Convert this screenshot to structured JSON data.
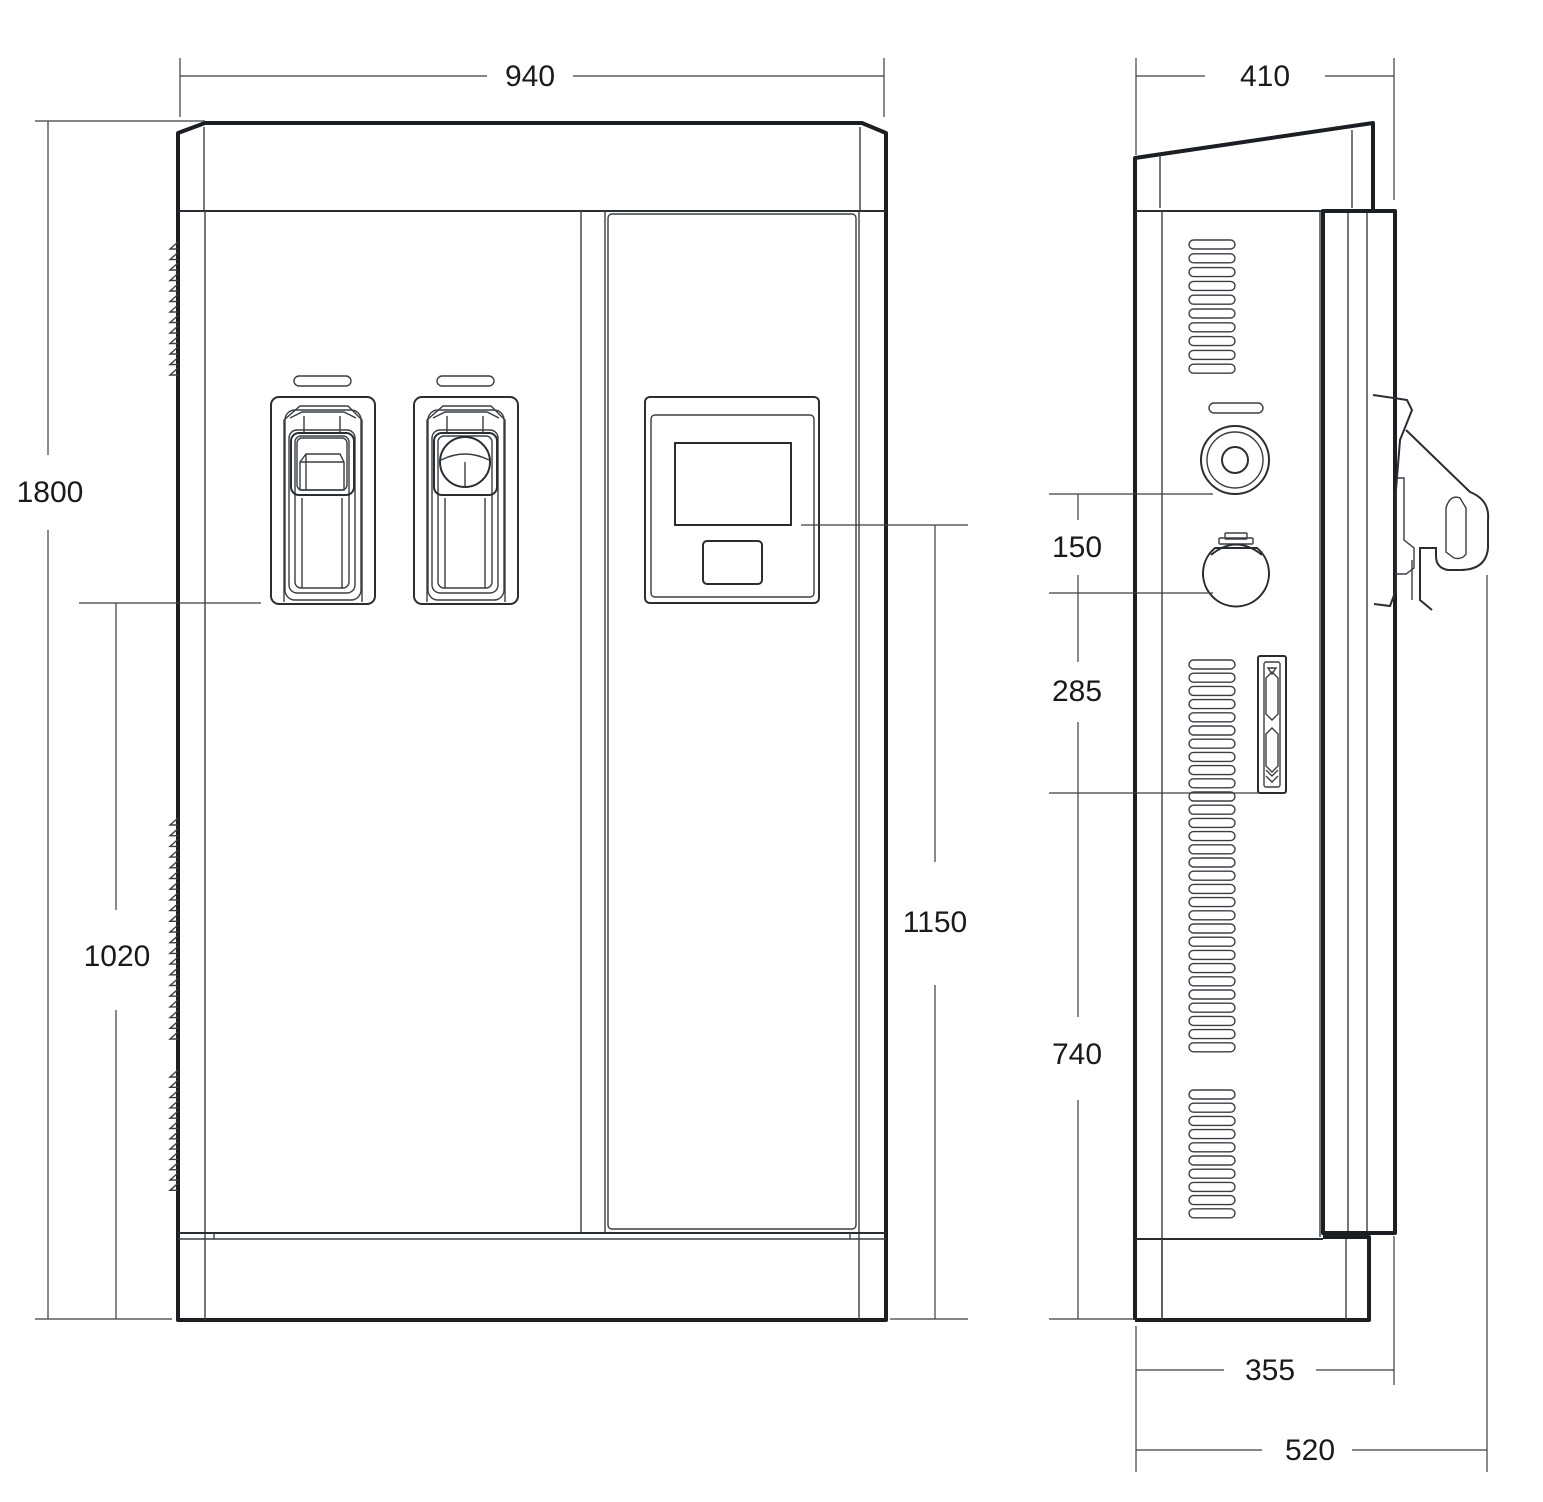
{
  "dimensions": {
    "front_width": "940",
    "total_height": "1800",
    "connector_height": "1020",
    "screen_height": "1150",
    "side_depth_top": "410",
    "spacing_150": "150",
    "spacing_285": "285",
    "spacing_740": "740",
    "side_depth_base": "355",
    "side_depth_total": "520"
  }
}
